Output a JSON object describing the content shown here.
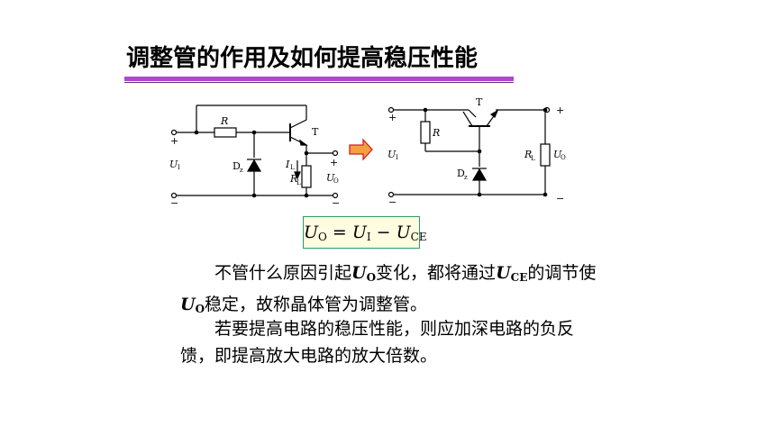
{
  "slide": {
    "title": "调整管的作用及如何提高稳压性能"
  },
  "circuit_left": {
    "R": "R",
    "T": "T",
    "UI_main": "U",
    "UI_sub": "I",
    "Dz_main": "D",
    "Dz_sub": "z",
    "IL_main": "I",
    "IL_sub": "L",
    "RL_main": "R",
    "RL_sub": "L",
    "UO_main": "U",
    "UO_sub": "O",
    "plus": "+",
    "minus": "−"
  },
  "circuit_right": {
    "R": "R",
    "T": "T",
    "UI_main": "U",
    "UI_sub": "I",
    "Dz_main": "D",
    "Dz_sub": "z",
    "RL_main": "R",
    "RL_sub": "L",
    "UO_main": "U",
    "UO_sub": "O",
    "plus": "+",
    "minus": "−"
  },
  "formula": {
    "lhs_var": "U",
    "lhs_sub": "O",
    "equals": " = ",
    "t1_var": "U",
    "t1_sub": "I",
    "minus": " − ",
    "t2_var": "U",
    "t2_sub": "CE"
  },
  "paragraph1": {
    "a": "不管什么原因引起",
    "v1": "U",
    "v1_sub": "O",
    "b": "变化，都将通过",
    "v2": "U",
    "v2_sub": "CE",
    "c": "的调节使",
    "v3": "U",
    "v3_sub": "O",
    "d": "稳定，故称晶体管为调整管。"
  },
  "paragraph2": {
    "text": "若要提高电路的稳压性能，则应加深电路的负反馈，即提高放大电路的放大倍数。"
  },
  "colors": {
    "title_bar": "#b046d0",
    "arrow_fill": "#f4a040",
    "arrow_stroke": "#d02020",
    "formula_bg": "#fffde0",
    "formula_border": "#2a9a6a"
  }
}
